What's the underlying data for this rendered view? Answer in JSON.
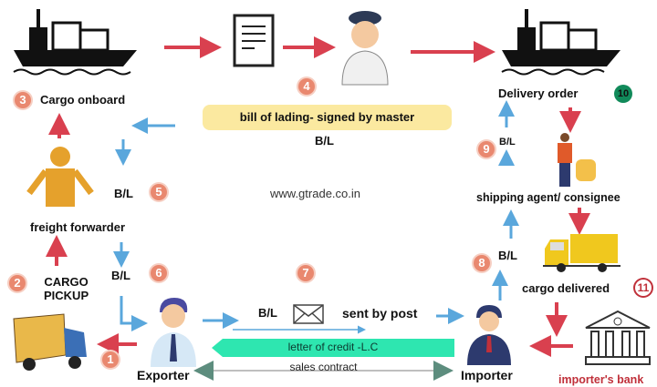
{
  "steps": {
    "s1": "1",
    "s2": "2",
    "s3": "3",
    "s4": "4",
    "s5": "5",
    "s6": "6",
    "s7": "7",
    "s8": "8",
    "s9": "9",
    "s10": "10",
    "s11": "11"
  },
  "labels": {
    "cargo_onboard": "Cargo onboard",
    "bill_of_lading": "bill of lading- signed by master",
    "bl": "B/L",
    "website": "www.gtrade.co.in",
    "freight_forwarder": "freight forwarder",
    "cargo_pickup_1": "CARGO",
    "cargo_pickup_2": "PICKUP",
    "exporter": "Exporter",
    "sent_by_post": "sent by post",
    "letter_of_credit": "letter of credit -L.C",
    "sales_contract": "sales contract",
    "importer": "Importer",
    "importers_bank": "importer's bank",
    "cargo_delivered": "cargo delivered",
    "shipping_agent": "shipping agent/ consignee",
    "delivery_order": "Delivery order"
  },
  "colors": {
    "red": "#d9404f",
    "blue": "#5aa7dc",
    "green": "#2ee6b0",
    "yellow_box": "#fbe9a0",
    "orange": "#e5a12c"
  }
}
